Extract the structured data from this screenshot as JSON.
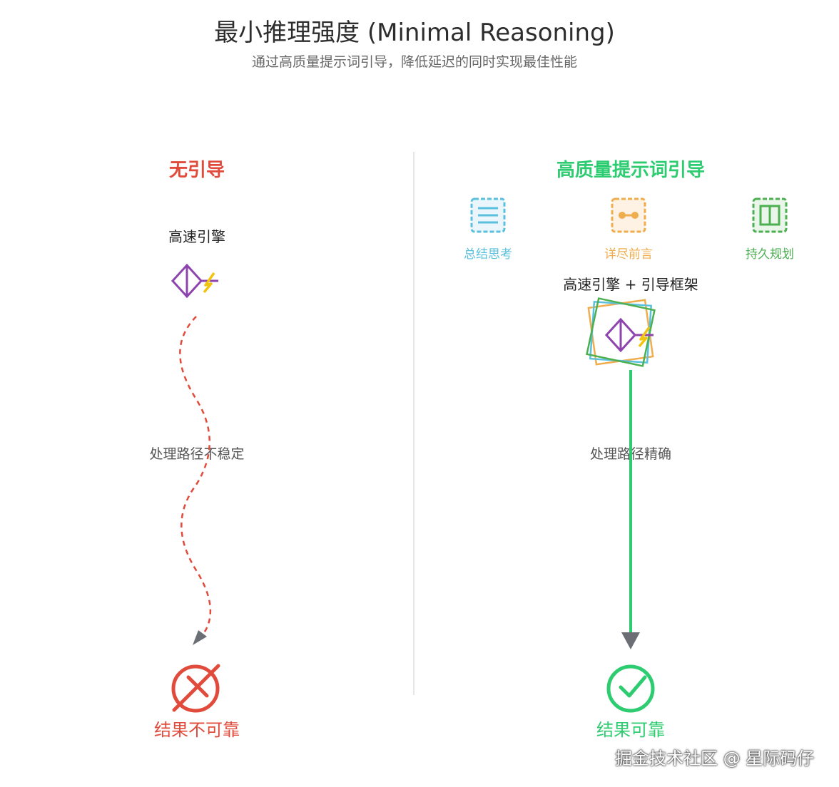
{
  "header": {
    "title": "最小推理强度 (Minimal Reasoning)",
    "subtitle": "通过高质量提示词引导，降低延迟的同时实现最佳性能"
  },
  "left": {
    "heading": "无引导",
    "engine_label": "高速引擎",
    "path_label": "处理路径不稳定",
    "result_label": "结果不可靠",
    "color": "#e04b3c"
  },
  "right": {
    "heading": "高质量提示词引导",
    "frameworks": [
      {
        "label": "总结思考",
        "icon": "list-icon",
        "color": "#5bc0de"
      },
      {
        "label": "详尽前言",
        "icon": "link-icon",
        "color": "#f0ad4e"
      },
      {
        "label": "持久规划",
        "icon": "columns-icon",
        "color": "#4caf50"
      }
    ],
    "engine_label": "高速引擎 + 引导框架",
    "path_label": "处理路径精确",
    "result_label": "结果可靠",
    "color": "#2ecc71"
  },
  "watermark": "掘金技术社区 @ 星际码仔"
}
